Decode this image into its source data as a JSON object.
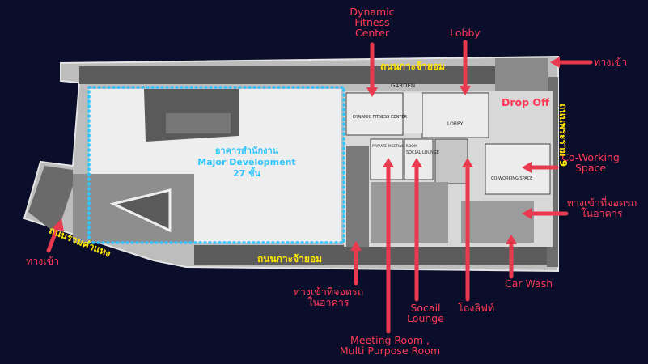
{
  "labels": {
    "dynamic_fitness": "Dynamic\nFitness\nCenter",
    "lobby": "Lobby",
    "entrance_top_right": "ทางเข้า",
    "drop_off": "Drop Off",
    "co_working": "Co-Working\nSpace",
    "parking_entry_right": "ทางเข้าที่จอดรถ\nในอาคาร",
    "car_wash": "Car Wash",
    "lift_lobby": "โถงลิฟท์",
    "social_lounge": "Socail\nLounge",
    "meeting_room": "Meeting Room ,\nMulti Purpose Room",
    "parking_entry_bottom": "ทางเข้าที่จอดรถ\nในอาคาร",
    "entrance_left": "ทางเข้า"
  },
  "roads": {
    "top": "ถนนกาะจ้ายอม",
    "bottom": "ถนนกาะจ้ายอม",
    "right": "ถนนพระราม 9",
    "left": "ถนนรามคำแหง"
  },
  "office": {
    "title": "อาคารสำนักงาน\nMajor Development\n27 ชั้น"
  },
  "plan_text": {
    "garden": "GARDEN",
    "fitness": "DYNAMIC FITNESS CENTER",
    "lobby": "LOBBY",
    "coworking": "CO-WORKING SPACE",
    "social": "SOCIAL LOUNGE",
    "meeting": "PRIVATE MEETING ROOM"
  },
  "colors": {
    "background": "#0b0e2a",
    "callout": "#ff3a57",
    "road_label": "#ffe500",
    "office_outline": "#2fc6ff"
  }
}
